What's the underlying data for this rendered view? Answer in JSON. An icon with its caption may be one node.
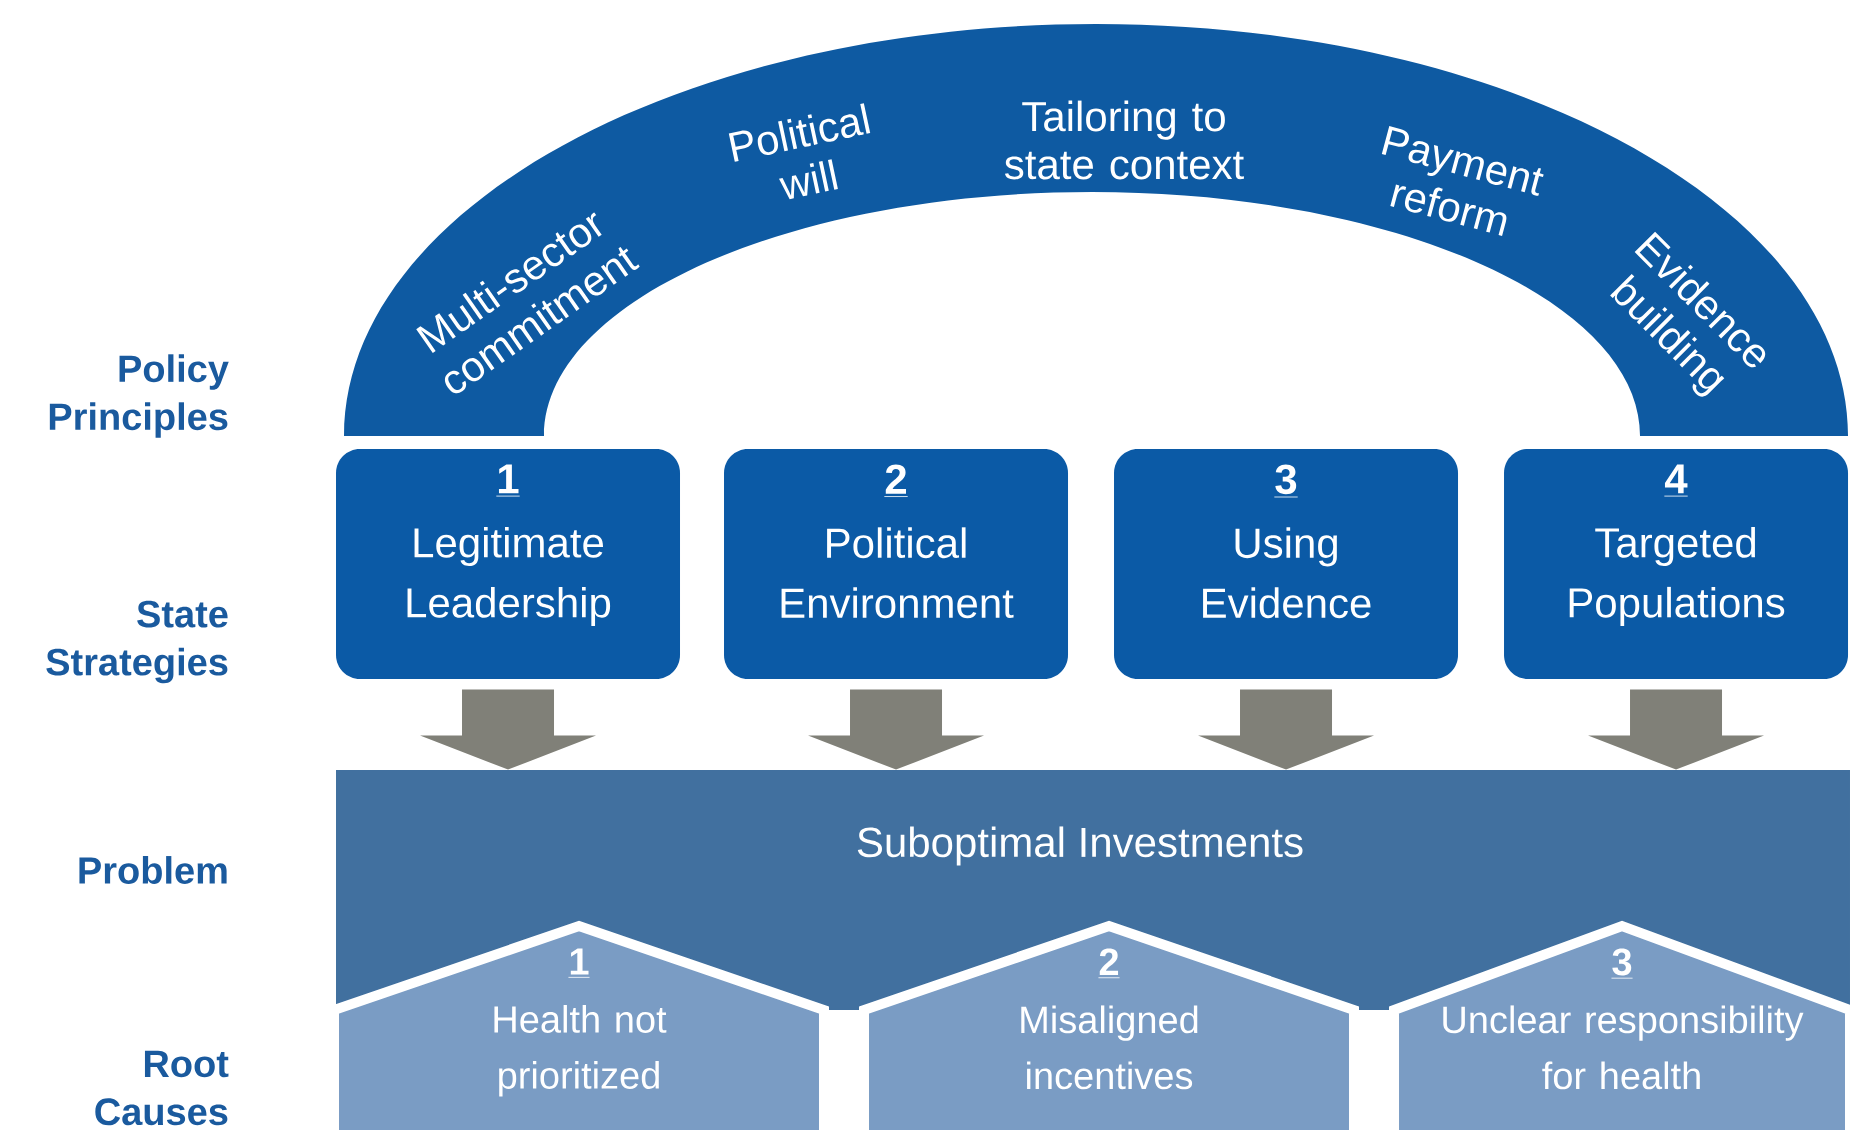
{
  "diagram": {
    "nodes": [
      {
        "text": [
          "Multi-sector commitment",
          "Political will",
          "Tailoring to state context",
          "Payment reform",
          "Evidence building"
        ]
      },
      {
        "text": [
          "1",
          "Legitimate Leadership"
        ]
      },
      {
        "text": [
          "2",
          "Political Environment"
        ]
      },
      {
        "text": [
          "3",
          "Using Evidence"
        ]
      },
      {
        "text": [
          "4",
          "Targeted Populations"
        ]
      },
      {
        "text": [
          "Suboptimal Investments"
        ]
      },
      {
        "text": [
          "1",
          "Health not prioritized"
        ]
      },
      {
        "text": [
          "2",
          "Misaligned incentives"
        ]
      },
      {
        "text": [
          "3",
          "Unclear responsibility for health"
        ]
      }
    ],
    "edges": [
      {
        "from": 1,
        "to": 5,
        "arrow": "to"
      },
      {
        "from": 2,
        "to": 5,
        "arrow": "to"
      },
      {
        "from": 3,
        "to": 5,
        "arrow": "to"
      },
      {
        "from": 4,
        "to": 5,
        "arrow": "to"
      }
    ],
    "labels": [
      "Policy Principles",
      "State Strategies",
      "Problem",
      "Root Causes"
    ]
  }
}
